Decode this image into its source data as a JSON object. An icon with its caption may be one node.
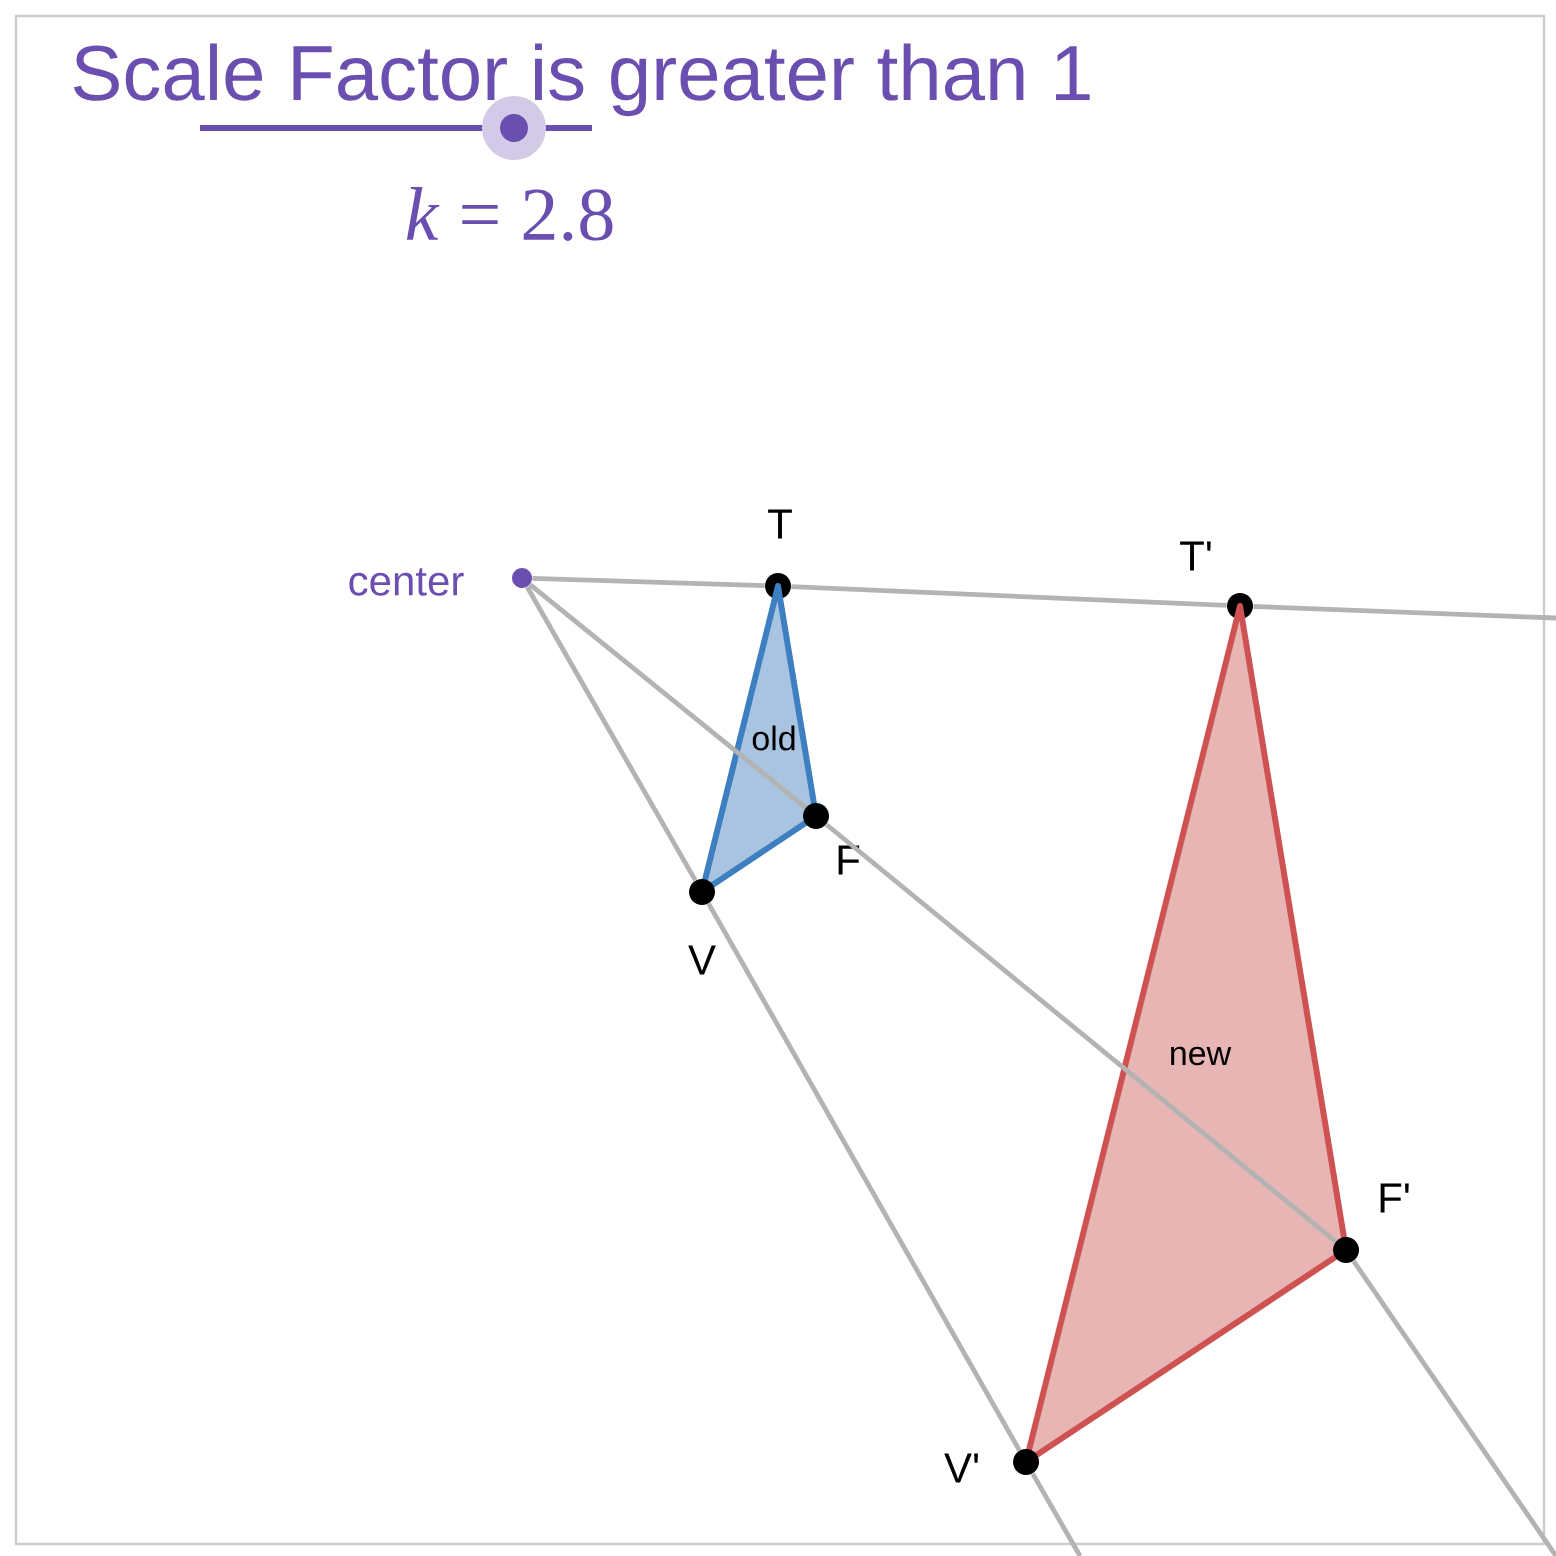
{
  "diagram": {
    "title": "Scale Factor is greater than 1",
    "nodes": [
      {
        "text": [],
        "shape": "circle",
        "beside": [
          "center"
        ]
      },
      {
        "text": [],
        "shape": "circle",
        "beside": [
          "T"
        ]
      },
      {
        "text": [],
        "shape": "circle",
        "beside": [
          "T'"
        ]
      },
      {
        "text": [
          "old"
        ]
      },
      {
        "text": [],
        "shape": "circle",
        "beside": [
          "F"
        ]
      },
      {
        "text": [],
        "shape": "circle",
        "beside": [
          "V"
        ]
      },
      {
        "text": [
          "new"
        ]
      },
      {
        "text": [],
        "shape": "circle",
        "beside": [
          "F'"
        ]
      },
      {
        "text": [],
        "shape": "circle",
        "beside": [
          "V'"
        ]
      }
    ],
    "edges": [
      {
        "from": 0,
        "to": 1,
        "arrow": "none"
      },
      {
        "from": 1,
        "to": 2,
        "arrow": "none"
      },
      {
        "from": 2,
        "to": null,
        "arrow": "none"
      },
      {
        "from": 0,
        "to": 4,
        "arrow": "none"
      },
      {
        "from": 4,
        "to": 7,
        "arrow": "none"
      },
      {
        "from": 7,
        "to": null,
        "arrow": "none"
      },
      {
        "from": 0,
        "to": 5,
        "arrow": "none"
      },
      {
        "from": 5,
        "to": 8,
        "arrow": "none"
      },
      {
        "from": 8,
        "to": null,
        "arrow": "none"
      }
    ],
    "labels": [
      "*k* = 2.8"
    ]
  }
}
